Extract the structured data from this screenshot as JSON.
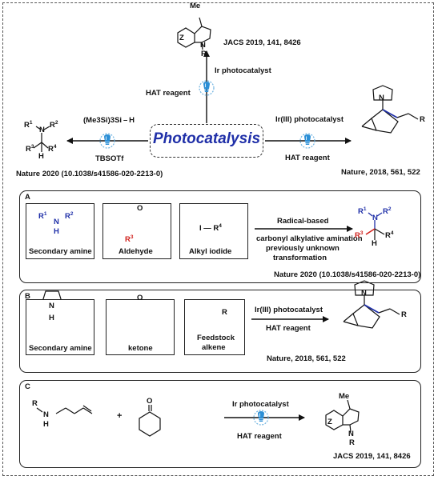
{
  "center": {
    "title": "Photocatalysis"
  },
  "top_route": {
    "catalyst": "Ir photocatalyst",
    "reagent": "HAT reagent",
    "product_labels": {
      "me": "Me",
      "z": "Z",
      "n": "N",
      "r": "R"
    },
    "reference": "JACS 2019, 141, 8426"
  },
  "left_route": {
    "reagent_formula": "(Me3Si)3Si – H",
    "reagent_2": "TBSOTf",
    "reference": "Nature 2020 (10.1038/s41586-020-2213-0)"
  },
  "right_route": {
    "catalyst": "Ir(III) photocatalyst",
    "reagent": "HAT reagent",
    "reference": "Nature, 2018, 561, 522",
    "product_labels": {
      "n": "N",
      "r": "R"
    }
  },
  "panel_a": {
    "letter": "A",
    "box1_label": "Secondary amine",
    "box2_label": "Aldehyde",
    "box3_label": "Alkyl iodide",
    "alkyl_iodide_formula": "I — R4",
    "arrow_top": "Radical-based",
    "arrow_line1": "carbonyl alkylative amination",
    "arrow_line2": "previously unknown",
    "arrow_line3": "transformation",
    "reference": "Nature 2020 (10.1038/s41586-020-2213-0)"
  },
  "panel_b": {
    "letter": "B",
    "box1_label": "Secondary amine",
    "box2_label": "ketone",
    "box3_label_1": "Feedstock",
    "box3_label_2": "alkene",
    "catalyst": "Ir(III) photocatalyst",
    "reagent": "HAT reagent",
    "reference": "Nature, 2018, 561, 522"
  },
  "panel_c": {
    "letter": "C",
    "plus": "+",
    "catalyst": "Ir photocatalyst",
    "reagent": "HAT reagent",
    "reference": "JACS 2019, 141, 8426"
  },
  "colors": {
    "accent": "#1f2fa8",
    "red": "#d0211c",
    "lamp": "#2b8fd6",
    "lamp_ring": "#6fb3e0"
  },
  "icons": [
    "light-bulb-icon",
    "arrow-right-icon"
  ]
}
